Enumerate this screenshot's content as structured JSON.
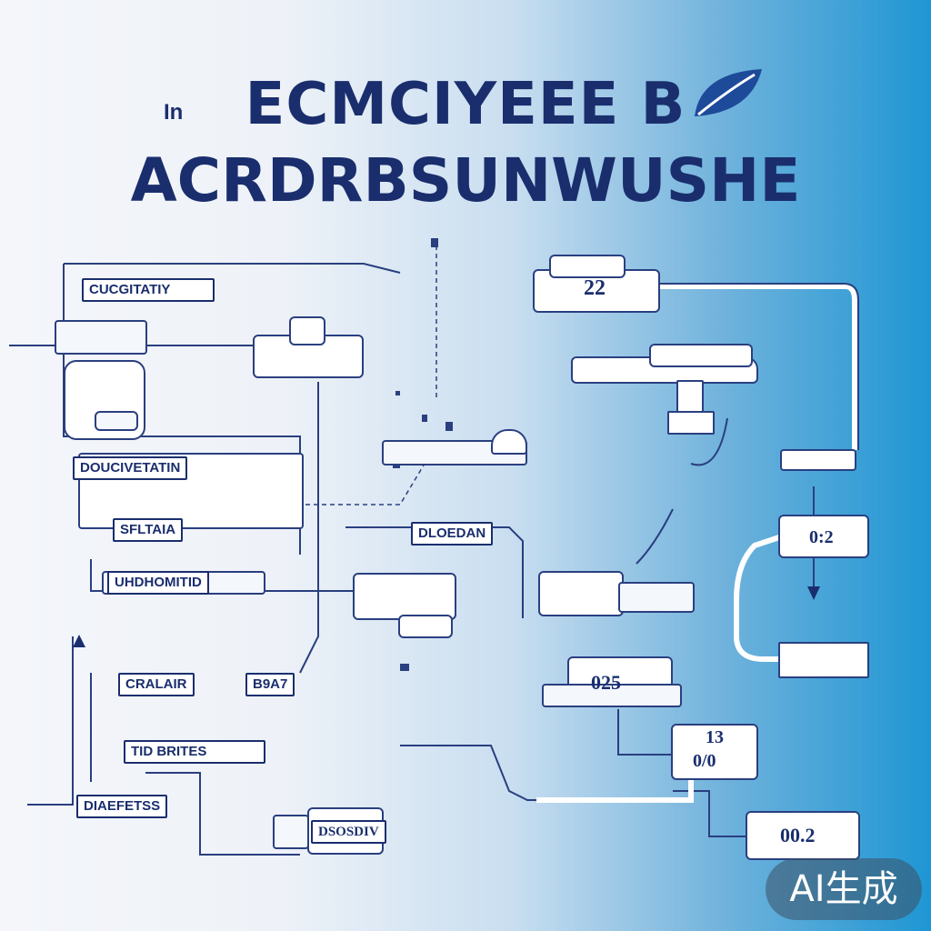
{
  "title": {
    "prefix": "In",
    "line1": "ECMCIYEEE B",
    "line2": "ACRDRBSUNWUSHE"
  },
  "labels": {
    "capacity": "CUCGITATIY",
    "documentation": "DOUCIVETATIN",
    "stand": "SFLTAIA",
    "module": "DLOEDAN",
    "unit": "UHDHOMITID",
    "scale": "CRALAIR",
    "scale_code": "B9A7",
    "build": "TID BRITES",
    "delete": "DIAEFETSS",
    "code_box": "DSOSDIV"
  },
  "readouts": {
    "r1": "22",
    "r2": "0:2",
    "r3": "025",
    "r4": "13",
    "r5": "0/0",
    "r6": "00.2"
  },
  "badge": "AI生成",
  "colors": {
    "ink": "#1a2e6e",
    "bg_left": "#f4f6fa",
    "bg_right": "#1e96d3"
  }
}
